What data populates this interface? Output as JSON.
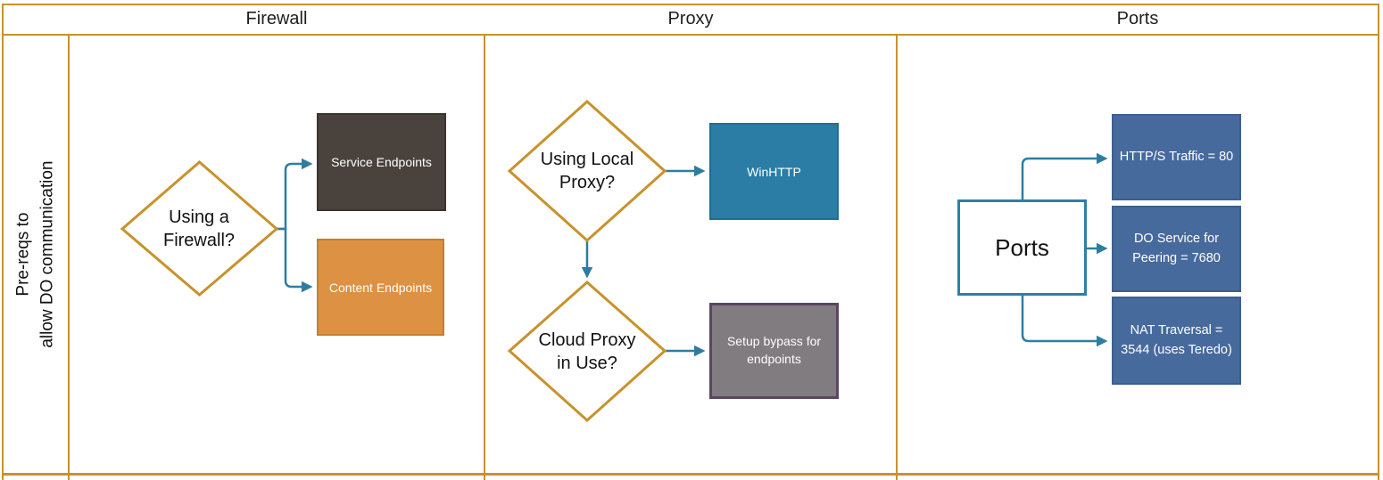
{
  "header": {
    "columns": [
      {
        "label": "Firewall"
      },
      {
        "label": "Proxy"
      },
      {
        "label": "Ports"
      }
    ]
  },
  "sidebar": {
    "lines": [
      "Pre-reqs to",
      "allow DO communication"
    ]
  },
  "firewall": {
    "decision_label": "Using a Firewall?",
    "boxes": [
      {
        "label": "Service Endpoints",
        "fill": "#4A433D",
        "border": "#3A342F"
      },
      {
        "label": "Content Endpoints",
        "fill": "#DD9143",
        "border": "#C87E2E"
      }
    ]
  },
  "proxy": {
    "decision1_label": "Using Local Proxy?",
    "winhttp_label": "WinHTTP",
    "decision2_label": "Cloud Proxy in Use?",
    "bypass_label": "Setup bypass for endpoints"
  },
  "ports": {
    "source_label": "Ports",
    "targets": [
      {
        "label": "HTTP/S Traffic = 80"
      },
      {
        "label": "DO Service for Peering = 7680"
      },
      {
        "label": "NAT Traversal = 3544 (uses Teredo)"
      }
    ]
  },
  "colors": {
    "lane_border": "#C8922B",
    "connector": "#2E7DA0",
    "diamond_border": "#C8922B",
    "service_fill": "#4A433D",
    "content_fill": "#DD9143",
    "winhttp_fill": "#2B7DA5",
    "bypass_fill": "#807C80",
    "bypass_border": "#5A4663",
    "ports_target_fill": "#476A9D",
    "ports_source_border": "#2E7FA6"
  }
}
